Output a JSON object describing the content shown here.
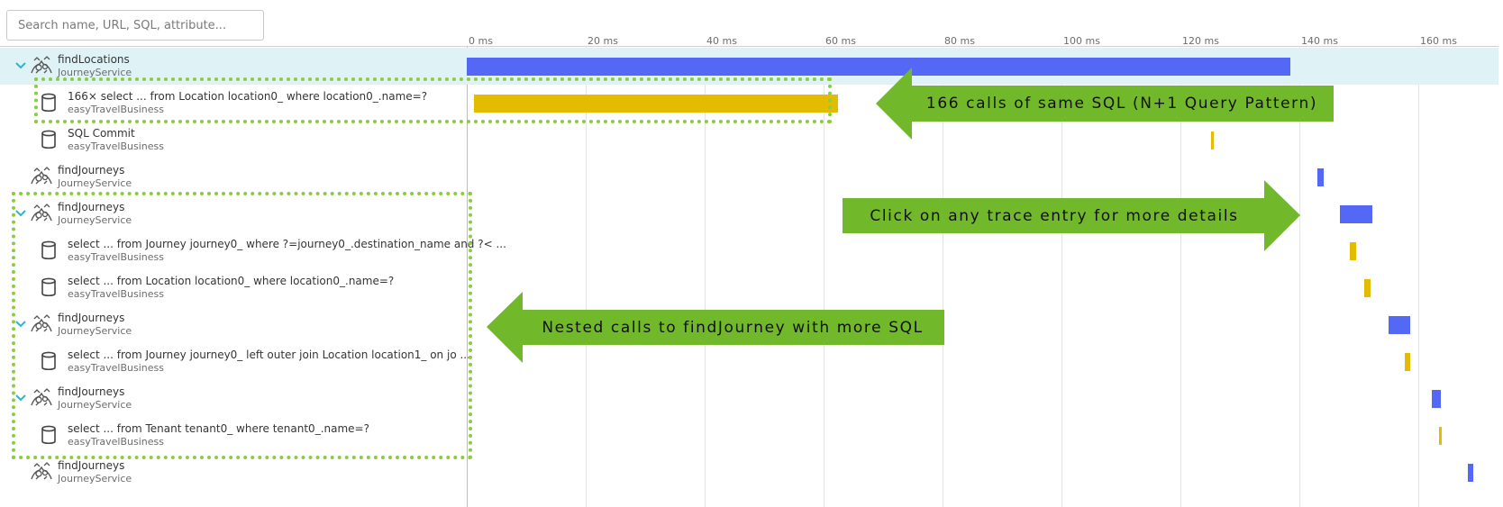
{
  "search": {
    "placeholder": "Search name, URL, SQL, attribute..."
  },
  "timeline": {
    "ticks": [
      "0 ms",
      "20 ms",
      "40 ms",
      "60 ms",
      "80 ms",
      "100 ms",
      "120 ms",
      "140 ms",
      "160 ms"
    ]
  },
  "rows": [
    {
      "name": "findLocations",
      "service": "JourneyService",
      "kind": "service",
      "expanded": true,
      "selected": true,
      "bar_start_ms": 0,
      "bar_end_ms": 138.5
    },
    {
      "name": "166× select ... from Location location0_ where location0_.name=?",
      "service": "easyTravelBusiness",
      "kind": "sql",
      "bar_start_ms": 1.2,
      "bar_end_ms": 62.5
    },
    {
      "name": "SQL Commit",
      "service": "easyTravelBusiness",
      "kind": "sql",
      "bar_start_ms": 125.2,
      "bar_end_ms": 125.6
    },
    {
      "name": "findJourneys",
      "service": "JourneyService",
      "kind": "service",
      "bar_start_ms": 143.1,
      "bar_end_ms": 144.1
    },
    {
      "name": "findJourneys",
      "service": "JourneyService",
      "kind": "service",
      "expanded": true,
      "bar_start_ms": 146.8,
      "bar_end_ms": 152.2
    },
    {
      "name": "select ... from Journey journey0_ where ?=journey0_.destination_name and ?< ...",
      "service": "easyTravelBusiness",
      "kind": "sql",
      "bar_start_ms": 148.5,
      "bar_end_ms": 149.6
    },
    {
      "name": "select ... from Location location0_ where location0_.name=?",
      "service": "easyTravelBusiness",
      "kind": "sql",
      "bar_start_ms": 150.9,
      "bar_end_ms": 151.9
    },
    {
      "name": "findJourneys",
      "service": "JourneyService",
      "kind": "service",
      "expanded": true,
      "bar_start_ms": 155.0,
      "bar_end_ms": 158.7
    },
    {
      "name": "select ... from Journey journey0_ left outer join Location location1_ on jo ...",
      "service": "easyTravelBusiness",
      "kind": "sql",
      "bar_start_ms": 157.7,
      "bar_end_ms": 158.6
    },
    {
      "name": "findJourneys",
      "service": "JourneyService",
      "kind": "service",
      "expanded": true,
      "bar_start_ms": 162.3,
      "bar_end_ms": 163.8
    },
    {
      "name": "select ... from Tenant tenant0_ where tenant0_.name=?",
      "service": "easyTravelBusiness",
      "kind": "sql",
      "bar_start_ms": 163.5,
      "bar_end_ms": 164.0
    },
    {
      "name": "findJourneys",
      "service": "JourneyService",
      "kind": "service",
      "bar_start_ms": 168.4,
      "bar_end_ms": 169.2
    }
  ],
  "callouts": {
    "n_plus_one": "166 calls of same SQL (N+1 Query Pattern)",
    "click_hint": "Click on any trace entry for more details",
    "nested": "Nested calls to findJourney with more SQL"
  },
  "colors": {
    "service_bar": "#5468f5",
    "sql_bar": "#e3bb00",
    "selected_row": "#dff3f7",
    "callout_fill": "#72b82b",
    "annotation_border": "#8ccc3e",
    "chevron": "#2ab6cc"
  },
  "icons": {
    "service": "service-icon",
    "sql": "database-icon",
    "expand": "chevron-down-icon"
  }
}
